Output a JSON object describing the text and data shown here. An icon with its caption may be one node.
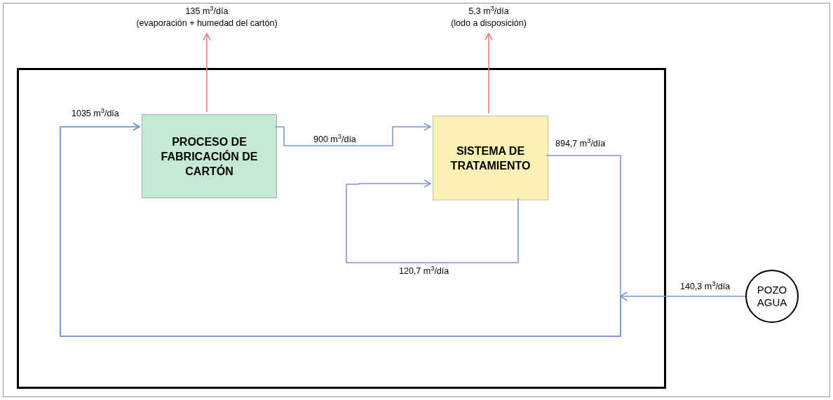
{
  "diagram": {
    "nodes": [
      {
        "text": [
          "135 m$^{3}$/día",
          "(evaporación + humedad del cartón)"
        ]
      },
      {
        "text": [
          "5,3 m$^{3}$/día",
          "(lodo a disposición)"
        ]
      },
      {
        "text": [],
        "shape": "box"
      },
      {
        "text": [
          "PROCESO DE FABRICACIÓN DE CARTÓN"
        ],
        "in": 2
      },
      {
        "text": [
          "SISTEMA DE TRATAMIENTO"
        ],
        "in": 2
      },
      {
        "text": [
          "POZO AGUA"
        ]
      }
    ],
    "edges": [
      {
        "from": 3,
        "to": 0,
        "arrow": "to",
        "color": "#e8808e"
      },
      {
        "from": 4,
        "to": 1,
        "arrow": "to",
        "color": "#e8808e"
      },
      {
        "from": 3,
        "to": 4,
        "arrow": "to",
        "label": "900 m$^{3}$/día"
      },
      {
        "from": 4,
        "to": 4,
        "arrow": "to",
        "label": "120,7 m$^{3}$/día"
      },
      {
        "from": 4,
        "to": 3,
        "arrow": "to",
        "label": "894,7 m$^{3}$/día"
      },
      {
        "from": 5,
        "to": 3,
        "arrow": "to",
        "label": "140,3 m$^{3}$/día"
      }
    ],
    "labels": [
      "1035 m$^{3}$/día"
    ]
  }
}
